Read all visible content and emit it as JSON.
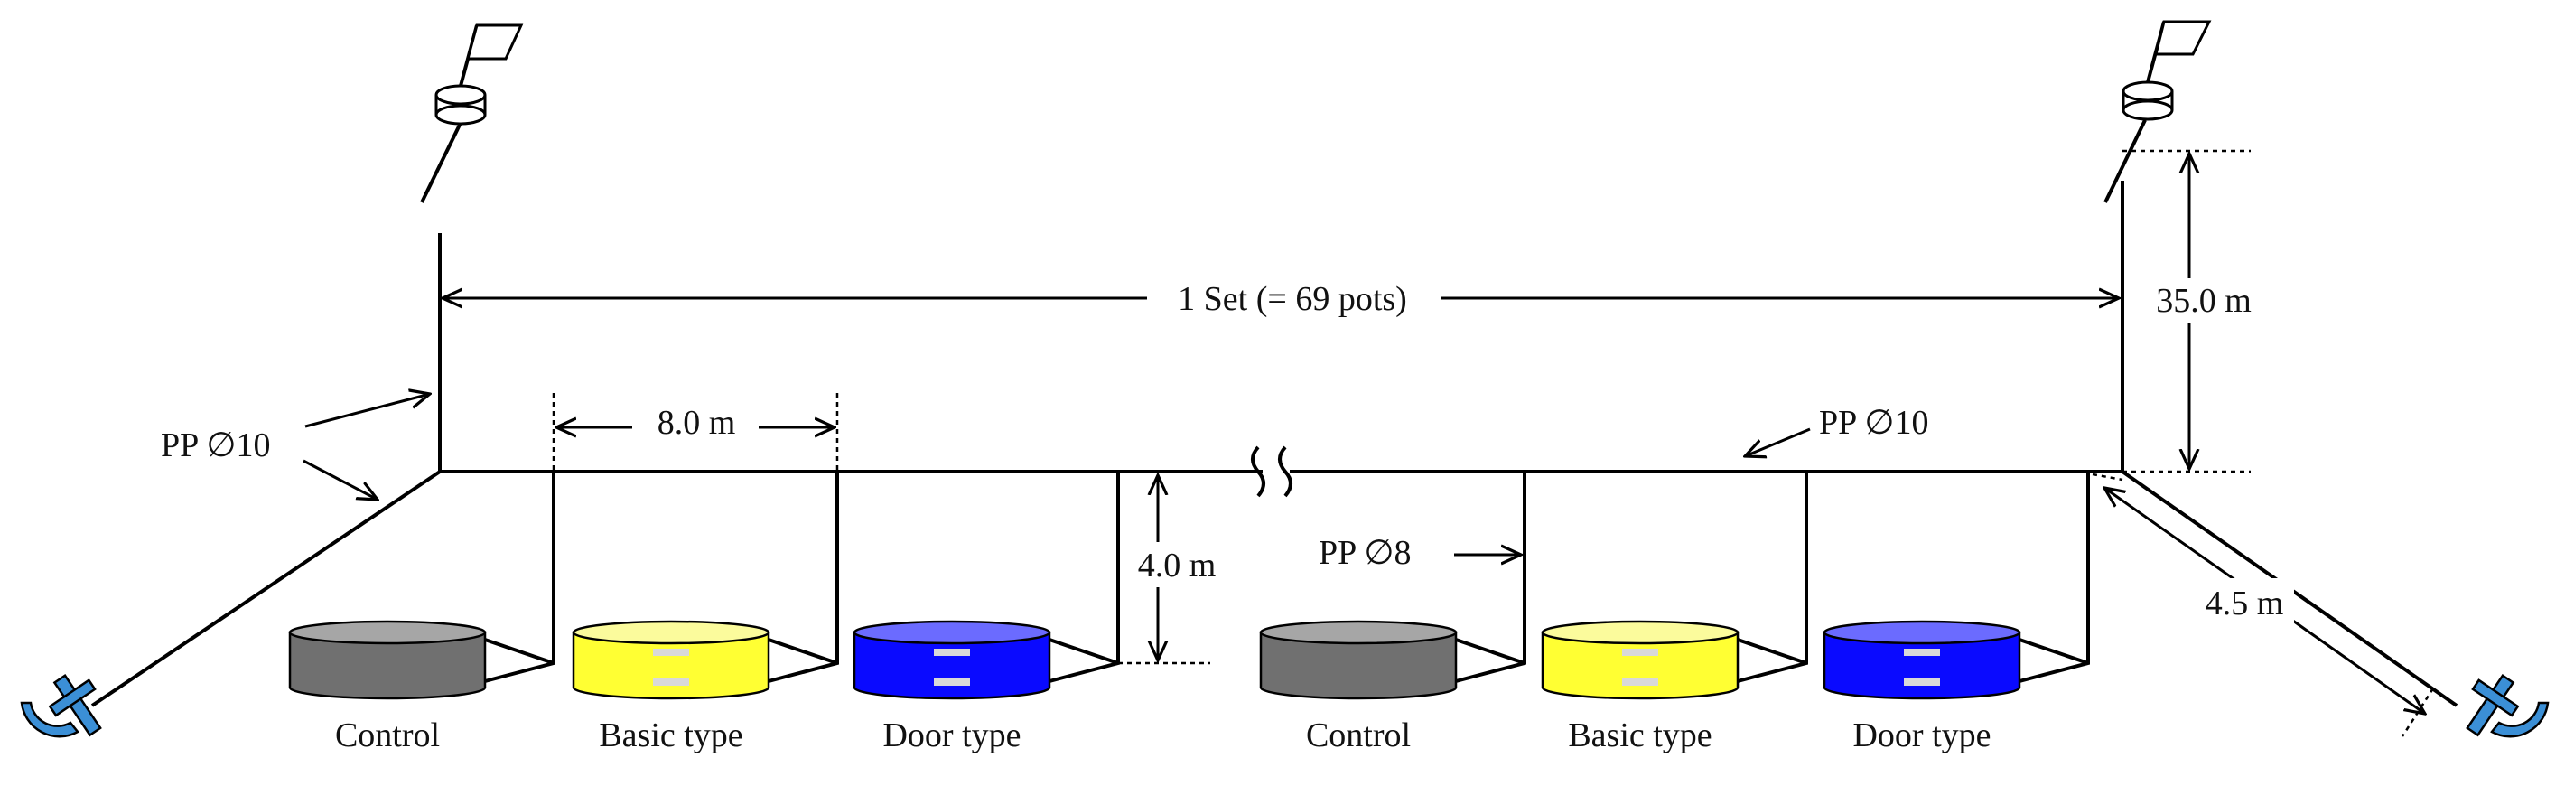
{
  "labels": {
    "set_length": "1 Set (= 69 pots)",
    "buoy_rope_height": "35.0 m",
    "pot_spacing": "8.0 m",
    "branch_length": "4.0 m",
    "anchor_distance": "4.5 m",
    "rope_left": "PP ∅10",
    "rope_right": "PP ∅10",
    "branch_rope": "PP ∅8"
  },
  "pots": [
    {
      "type": "control",
      "caption": "Control",
      "color": "#707070",
      "top_color": "#a6a6a6"
    },
    {
      "type": "basic",
      "caption": "Basic type",
      "color": "#ffff33",
      "top_color": "#fbfb9c"
    },
    {
      "type": "door",
      "caption": "Door type",
      "color": "#0a0aff",
      "top_color": "#6b6bff"
    },
    {
      "type": "control",
      "caption": "Control",
      "color": "#707070",
      "top_color": "#a6a6a6"
    },
    {
      "type": "basic",
      "caption": "Basic type",
      "color": "#ffff33",
      "top_color": "#fbfb9c"
    },
    {
      "type": "door",
      "caption": "Door type",
      "color": "#0a0aff",
      "top_color": "#6b6bff"
    }
  ],
  "colors": {
    "anchor": "#3b8fd6",
    "line": "#000000",
    "door_panel": "#d9d9d9"
  }
}
